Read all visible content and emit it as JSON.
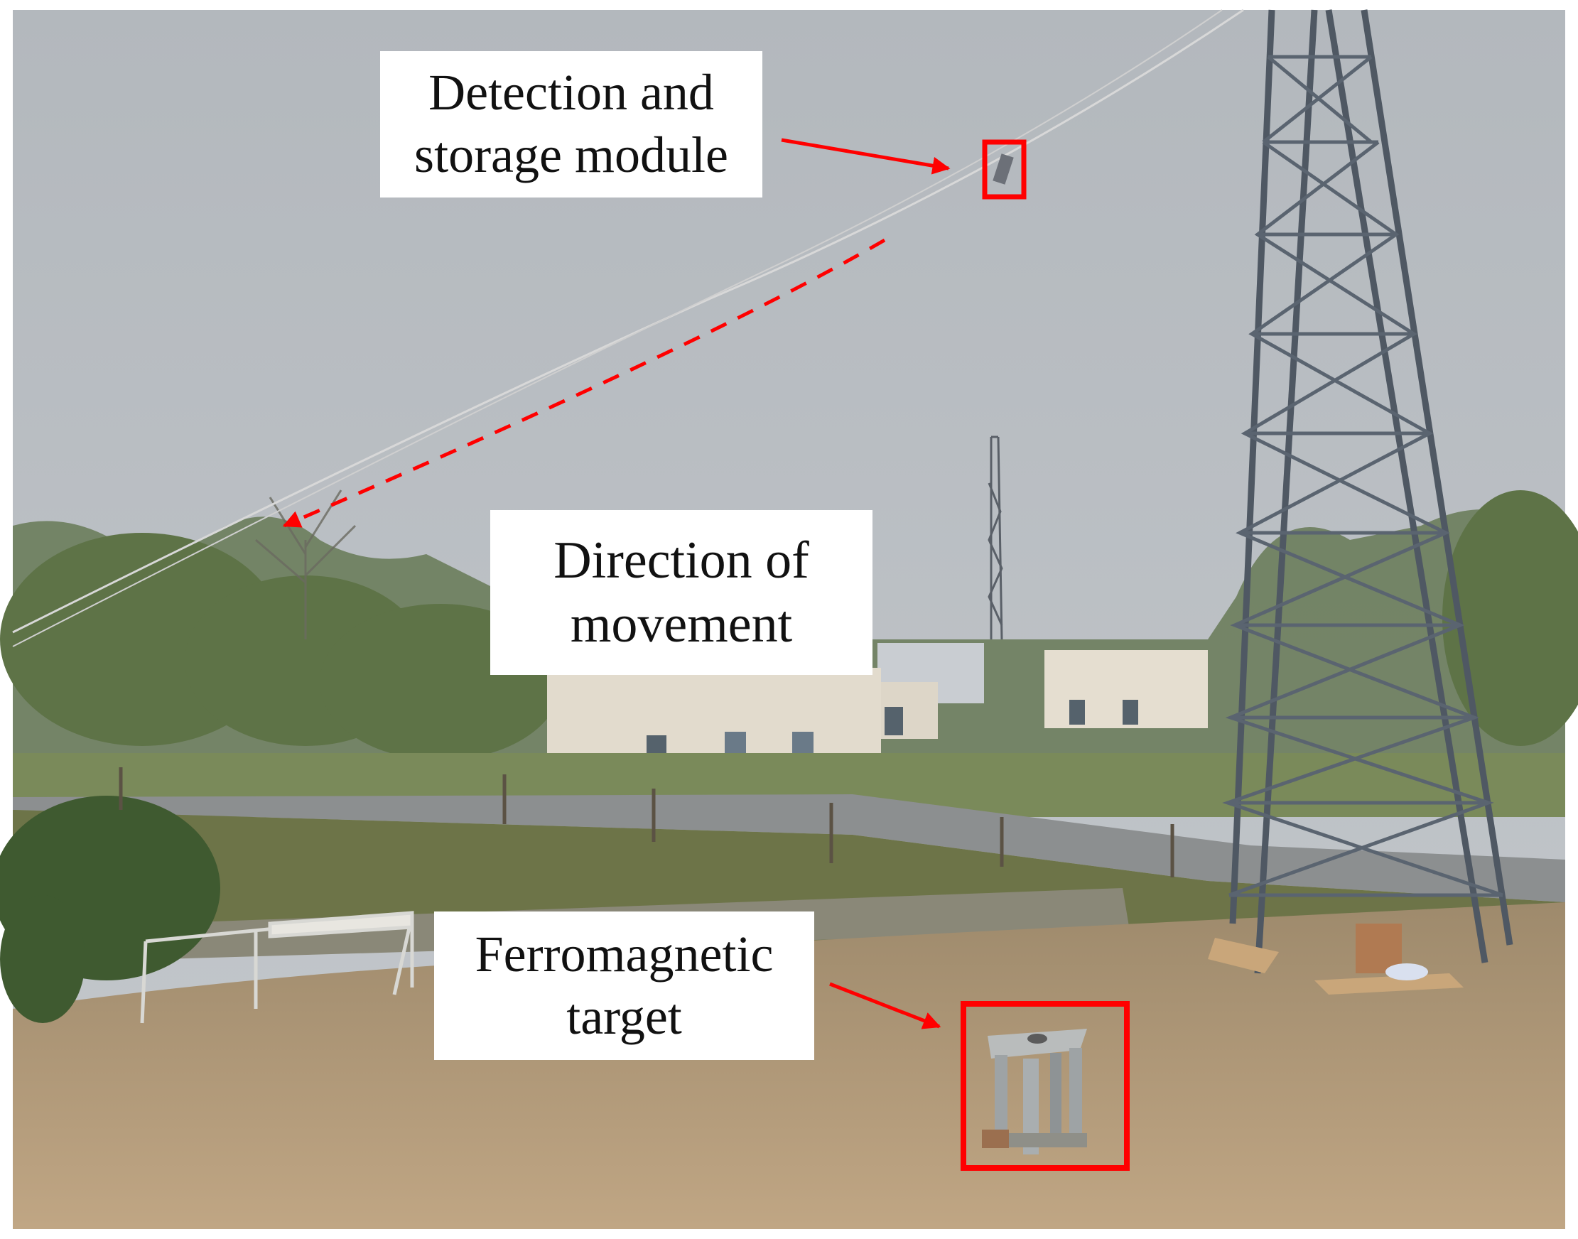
{
  "labels": {
    "detection_module": {
      "line1": "Detection and",
      "line2": "storage module"
    },
    "direction": {
      "line1": "Direction of",
      "line2": "movement"
    },
    "target": {
      "line1": "Ferromagnetic",
      "line2": "target"
    }
  },
  "colors": {
    "annotation": "#ff0000",
    "sky": "#b9bec3",
    "tower": "#4d5560",
    "ground": "#b79c7a",
    "foliage": "#4f6b3a",
    "road": "#8a8c8c",
    "building": "#e4ddd0"
  }
}
